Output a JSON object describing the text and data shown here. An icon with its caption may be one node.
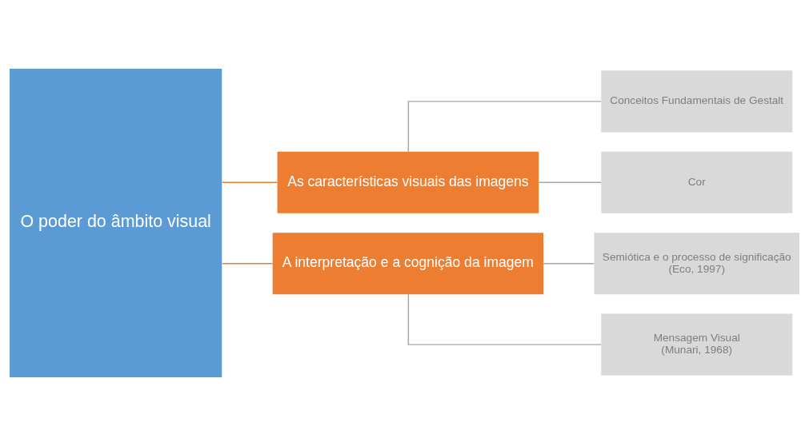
{
  "diagram": {
    "nodes": [
      {
        "text": [
          "O poder do âmbito visual"
        ]
      },
      {
        "text": [
          "As características visuais das imagens"
        ]
      },
      {
        "text": [
          "A interpretação e a cognição da imagem"
        ]
      },
      {
        "text": [
          "Conceitos Fundamentais de Gestalt"
        ]
      },
      {
        "text": [
          "Cor"
        ]
      },
      {
        "text": [
          "Semiótica e o processo de significação",
          "(Eco, 1997)"
        ]
      },
      {
        "text": [
          "Mensagem Visual",
          "(Munari, 1968)"
        ]
      }
    ],
    "edges": [
      {
        "from": 0,
        "to": 1,
        "arrow": "none",
        "color": "#ed7d31"
      },
      {
        "from": 0,
        "to": 2,
        "arrow": "none",
        "color": "#ed7d31"
      },
      {
        "from": 1,
        "to": 3,
        "arrow": "none"
      },
      {
        "from": 1,
        "to": 4,
        "arrow": "none"
      },
      {
        "from": 2,
        "to": 5,
        "arrow": "none"
      },
      {
        "from": 2,
        "to": 6,
        "arrow": "none"
      }
    ]
  }
}
